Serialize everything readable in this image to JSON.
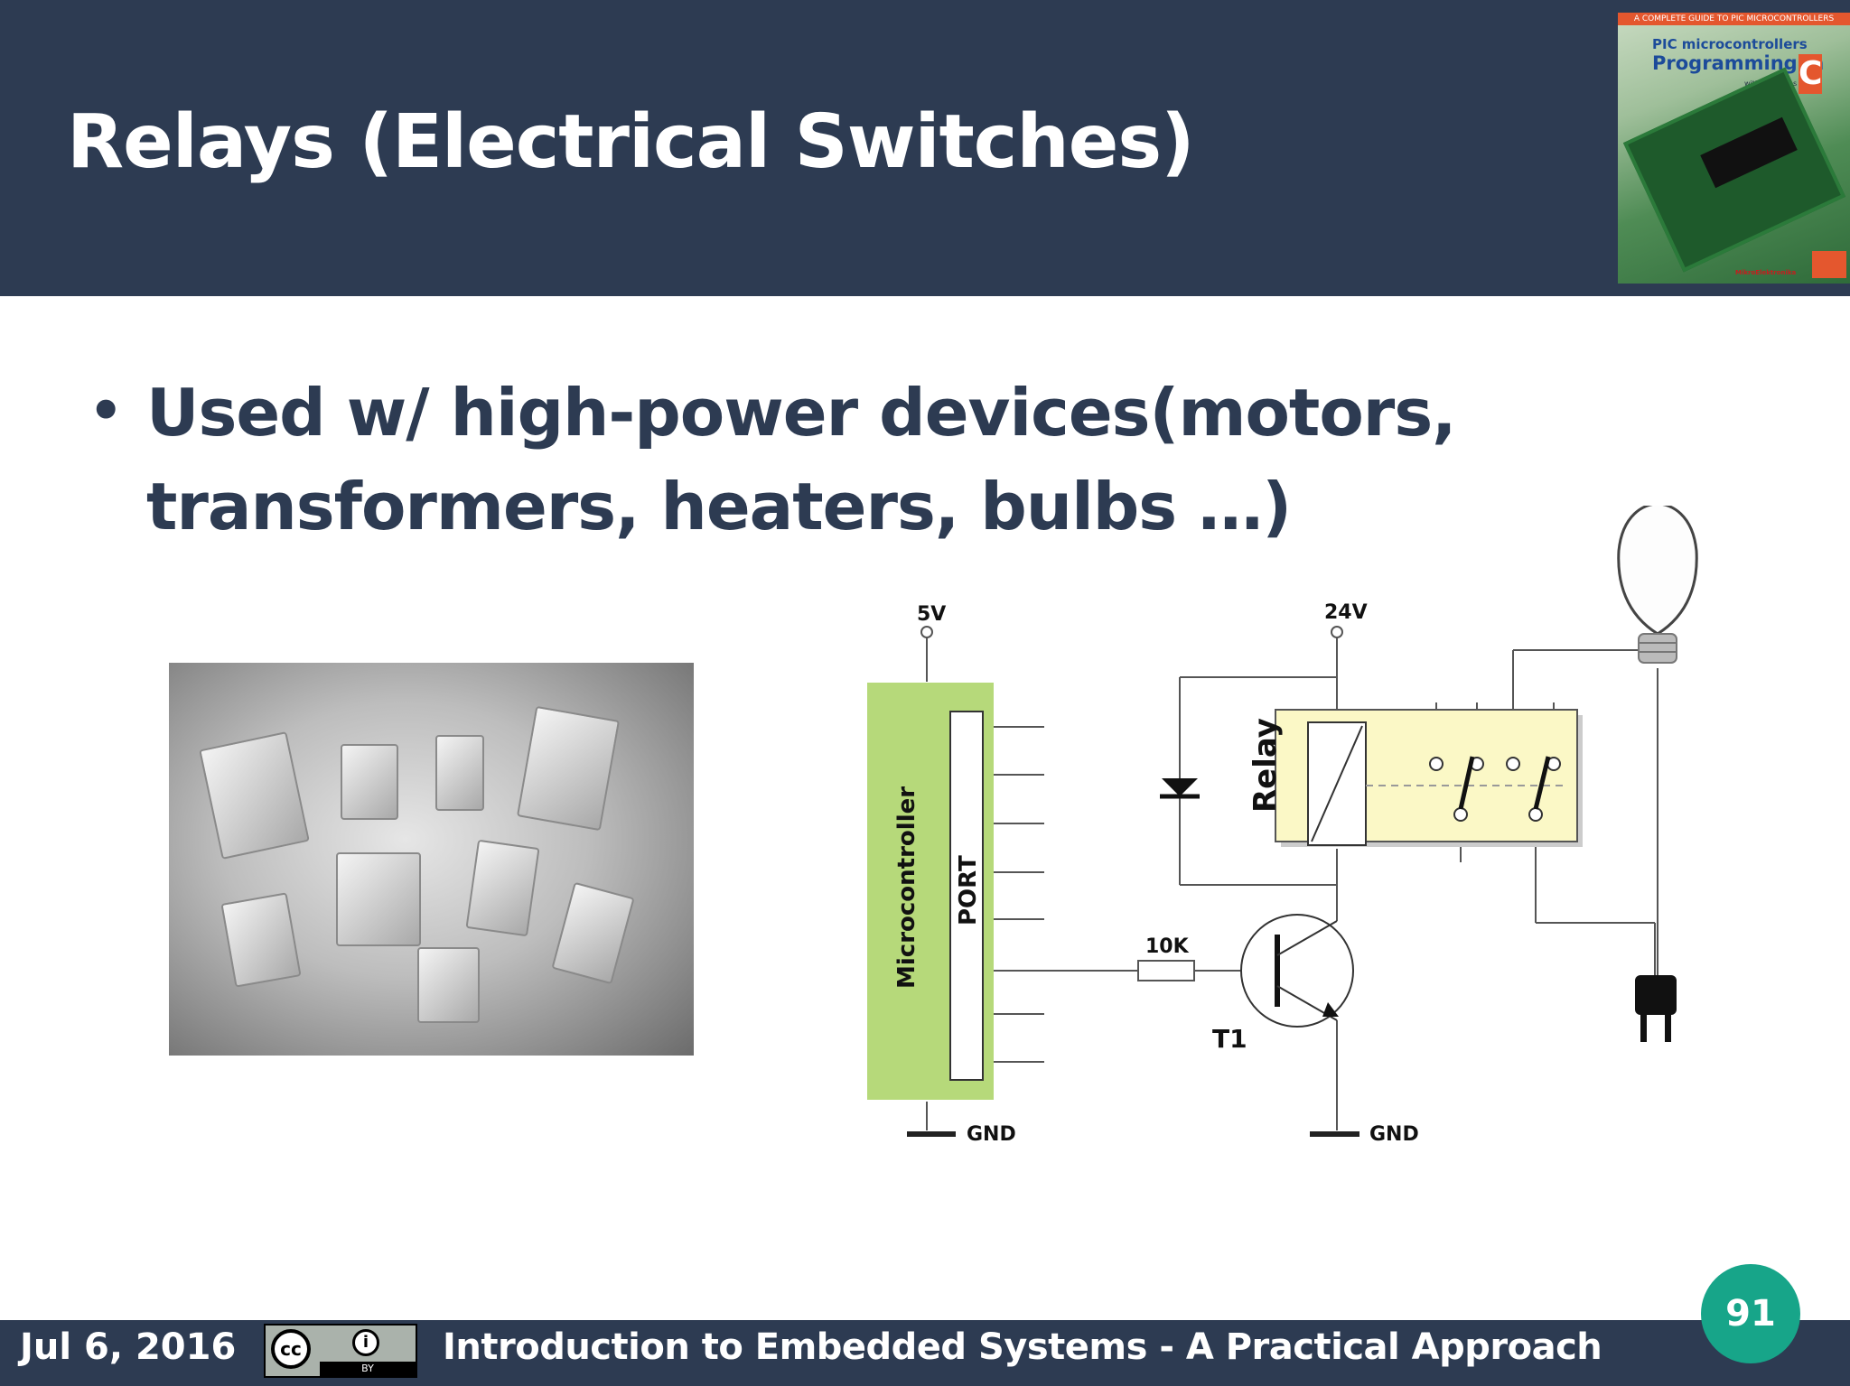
{
  "slide": {
    "title": "Relays (Electrical Switches)",
    "bullet": "Used w/ high-power devices(motors, transformers, heaters, bulbs …)"
  },
  "book_cover": {
    "top_line": "A COMPLETE GUIDE TO PIC MICROCONTROLLERS",
    "line1": "PIC microcontrollers",
    "line2": "Programming in",
    "big_letter": "C",
    "subtitle": "with examples",
    "publisher": "MikroElektronika"
  },
  "schematic": {
    "v5": "5V",
    "v24": "24V",
    "relay": "Relay",
    "microcontroller": "Microcontroller",
    "port": "PORT",
    "resistor": "10K",
    "transistor": "T1",
    "gnd_left": "GND",
    "gnd_right": "GND"
  },
  "footer": {
    "date": "Jul 6, 2016",
    "cc_label": "cc",
    "by_label": "BY",
    "course": "Introduction to Embedded Systems - A Practical Approach",
    "page_number": "91"
  },
  "colors": {
    "navy": "#2d3b52",
    "teal": "#17a589",
    "mcu_green": "#b6d97a",
    "relay_yellow": "#fbf8c6"
  }
}
